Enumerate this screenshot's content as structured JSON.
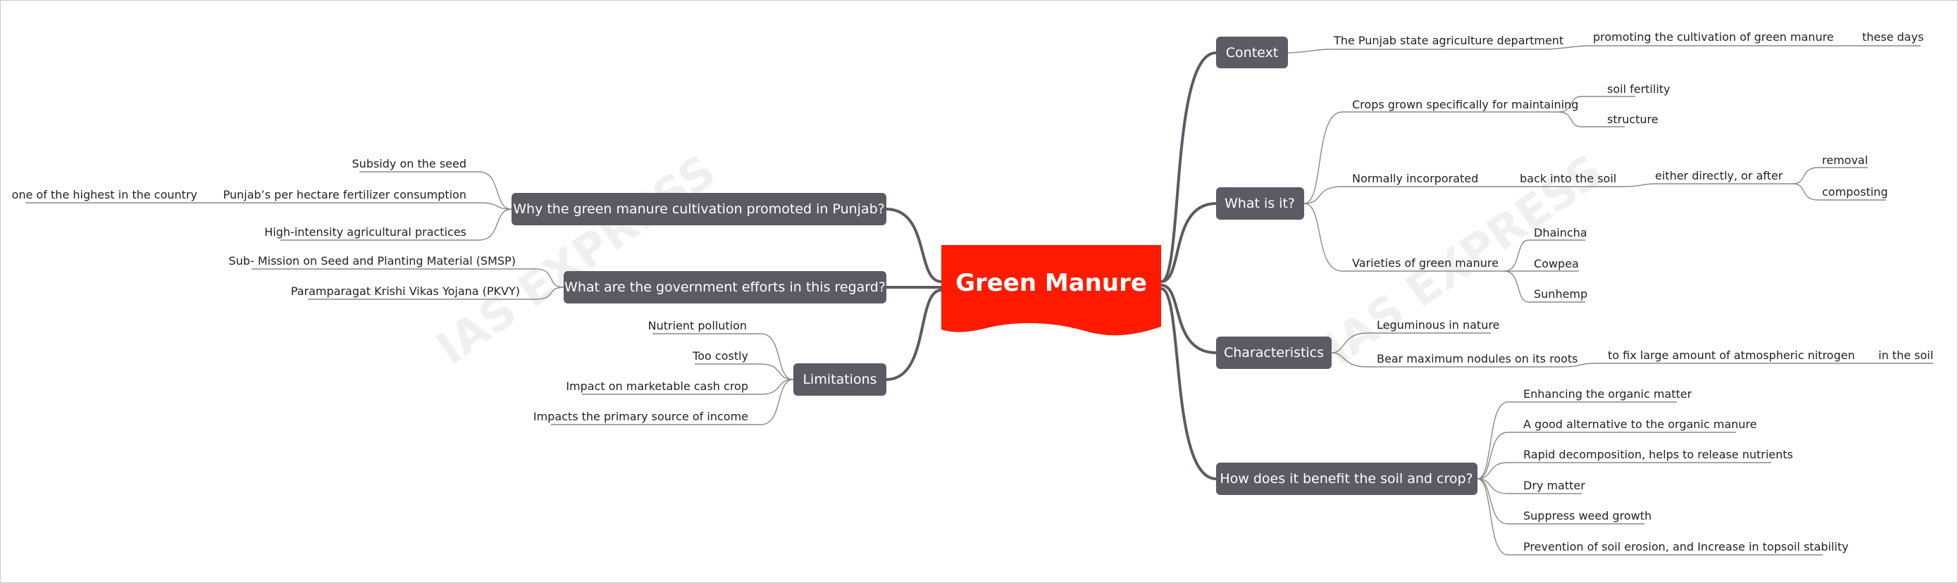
{
  "root": {
    "title": "Green Manure",
    "color": "#ff1a00"
  },
  "colors": {
    "branch_fill": "#5b5b63",
    "branch_line": "#5b5b63",
    "leaf_line": "#8a8a8a"
  },
  "watermark": "IAS EXPRESS",
  "branches": {
    "context": {
      "label": "Context",
      "items": {
        "punjab_dept": "The Punjab state agriculture department",
        "promoting": "promoting the cultivation of green manure",
        "these_days": "these days"
      }
    },
    "what_is_it": {
      "label": "What is it?",
      "items": {
        "crops_grown": "Crops grown specifically for maintaining",
        "soil_fertility": "soil fertility",
        "structure": "structure",
        "normally": "Normally incorporated",
        "back_into_soil": "back into the soil",
        "either": "either directly, or after",
        "removal": "removal",
        "composting": "composting",
        "varieties": "Varieties of green manure",
        "dhaincha": "Dhaincha",
        "cowpea": "Cowpea",
        "sunhemp": "Sunhemp"
      }
    },
    "characteristics": {
      "label": "Characteristics",
      "items": {
        "leguminous": "Leguminous in nature",
        "nodules": "Bear maximum nodules on its roots",
        "fix_nitrogen": "to fix large amount of atmospheric nitrogen",
        "in_soil": "in the soil"
      }
    },
    "benefits": {
      "label": "How does it benefit the soil and crop?",
      "items": {
        "organic_matter": "Enhancing the organic matter",
        "alternative": "A good alternative to the organic manure",
        "rapid": "Rapid decomposition, helps to release nutrients",
        "dry_matter": "Dry matter",
        "weed": "Suppress weed growth",
        "erosion": "Prevention of soil erosion, and Increase in topsoil stability"
      }
    },
    "why_punjab": {
      "label": "Why the green manure cultivation promoted in Punjab?",
      "items": {
        "subsidy": "Subsidy on the seed",
        "fertilizer": "Punjab’s per hectare fertilizer consumption",
        "highest": "one of the highest in the country",
        "intensity": "High-intensity agricultural practices"
      }
    },
    "govt": {
      "label": "What are the government efforts in this regard?",
      "items": {
        "smsp": "Sub- Mission on Seed and Planting Material (SMSP)",
        "pkvy": "Paramparagat Krishi Vikas Yojana (PKVY)"
      }
    },
    "limitations": {
      "label": "Limitations",
      "items": {
        "pollution": "Nutrient pollution",
        "costly": "Too costly",
        "cash_crop": "Impact on marketable cash crop",
        "income": "Impacts the primary source of income"
      }
    }
  }
}
